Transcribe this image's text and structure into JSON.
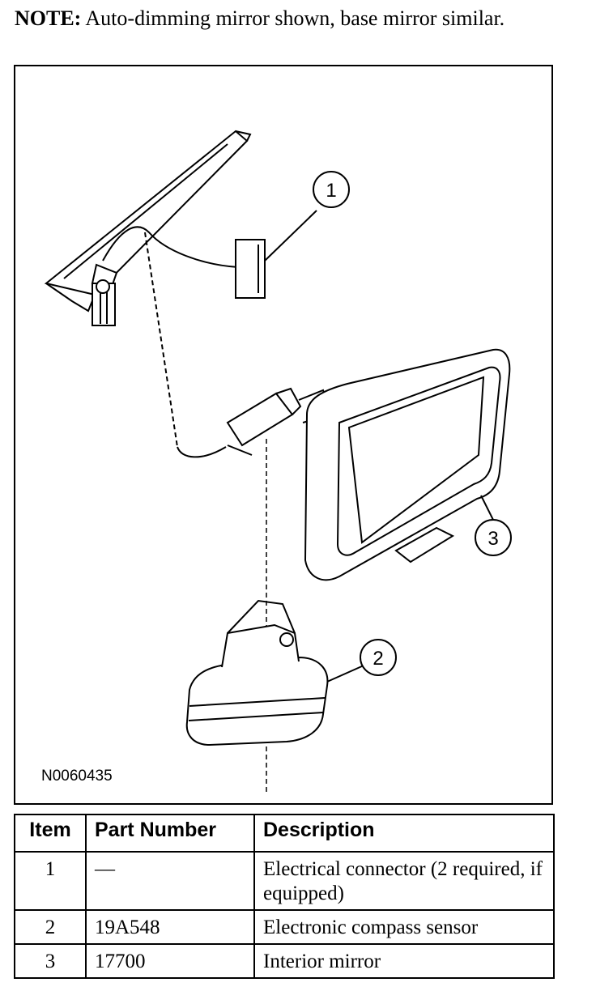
{
  "note": {
    "label": "NOTE:",
    "text": " Auto-dimming mirror shown, base mirror similar."
  },
  "figure": {
    "id": "N0060435",
    "callouts": [
      "1",
      "2",
      "3"
    ]
  },
  "table": {
    "headers": [
      "Item",
      "Part Number",
      "Description"
    ],
    "rows": [
      {
        "item": "1",
        "part": "—",
        "desc": "Electrical connector (2 required, if equipped)"
      },
      {
        "item": "2",
        "part": "19A548",
        "desc": "Electronic compass sensor"
      },
      {
        "item": "3",
        "part": "17700",
        "desc": "Interior mirror"
      }
    ]
  }
}
